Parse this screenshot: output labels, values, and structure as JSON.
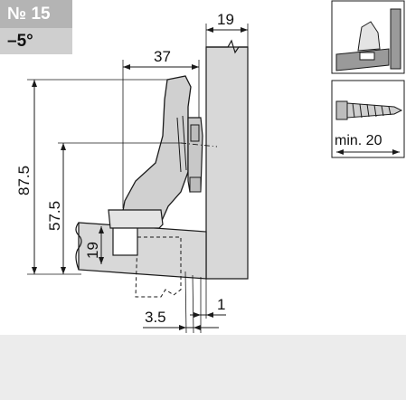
{
  "badge": {
    "number": "№ 15",
    "angle": "–5°"
  },
  "dimensions": {
    "panel_thickness": "19",
    "arm_offset": "37",
    "overall_height": "87.5",
    "cup_height": "57.5",
    "door_thickness": "19",
    "gap": "1",
    "overlay": "3.5"
  },
  "screw": {
    "label": "min. 20"
  },
  "colors": {
    "panel": "#d8d8d8",
    "hinge": "#d0d0d0",
    "line": "#1a1a1a",
    "badge_top": "#b4b4b4",
    "badge_bottom": "#cfcfcf"
  },
  "icons": {
    "hinge_thumbnail": "hinge-thumbnail-icon",
    "screw": "screw-icon"
  }
}
